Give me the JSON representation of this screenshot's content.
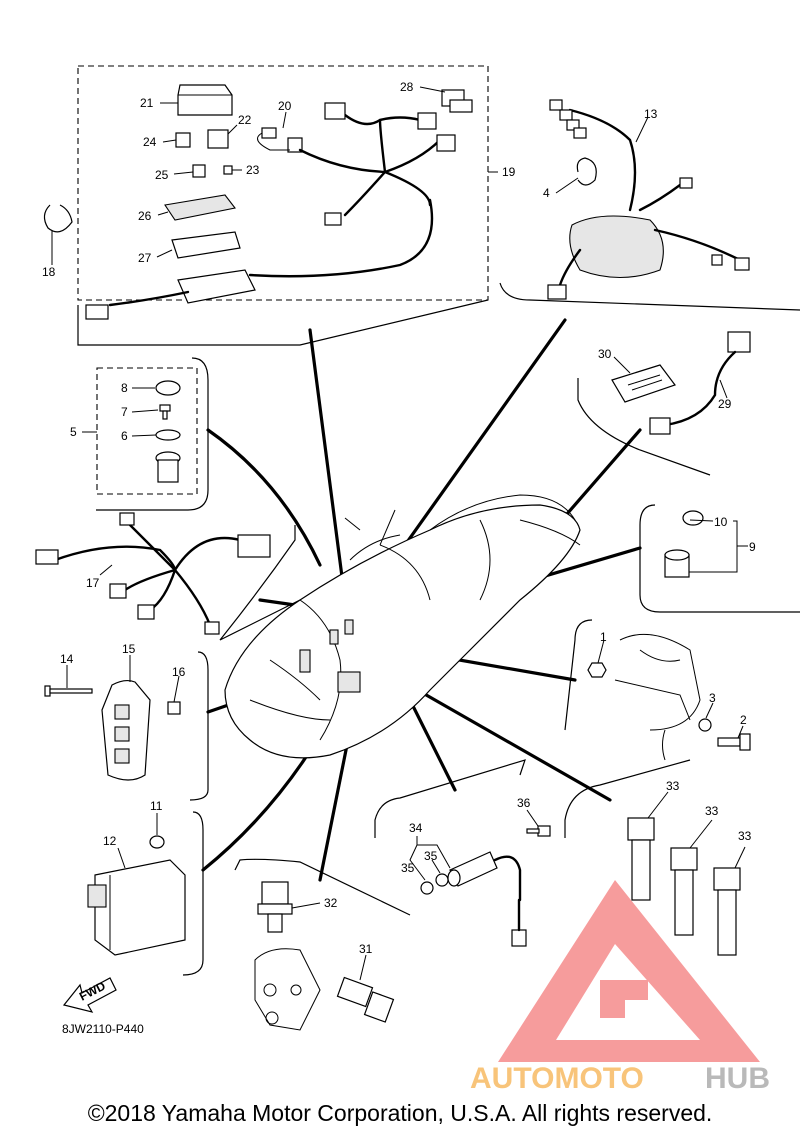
{
  "diagram_code": "8JW2110-P440",
  "fwd_label": "FWD",
  "watermark": {
    "word_a": "AUTOMOTO",
    "word_b": "HUB",
    "color_a": "#f8c47a",
    "color_b": "#b9b9b9",
    "logo_color": "#f47b7b"
  },
  "copyright": "©2018 Yamaha Motor Corporation, U.S.A. All rights reserved.",
  "callouts": {
    "c1": "1",
    "c2": "2",
    "c3": "3",
    "c4": "4",
    "c5": "5",
    "c6": "6",
    "c7": "7",
    "c8": "8",
    "c9": "9",
    "c10": "10",
    "c11": "11",
    "c12": "12",
    "c13": "13",
    "c14": "14",
    "c15": "15",
    "c16": "16",
    "c17": "17",
    "c18": "18",
    "c19": "19",
    "c20": "20",
    "c21": "21",
    "c22": "22",
    "c23": "23",
    "c24": "24",
    "c25": "25",
    "c26": "26",
    "c27": "27",
    "c28": "28",
    "c29": "29",
    "c30": "30",
    "c31": "31",
    "c32": "32",
    "c33a": "33",
    "c33b": "33",
    "c33c": "33",
    "c34": "34",
    "c35a": "35",
    "c35b": "35",
    "c36": "36"
  }
}
